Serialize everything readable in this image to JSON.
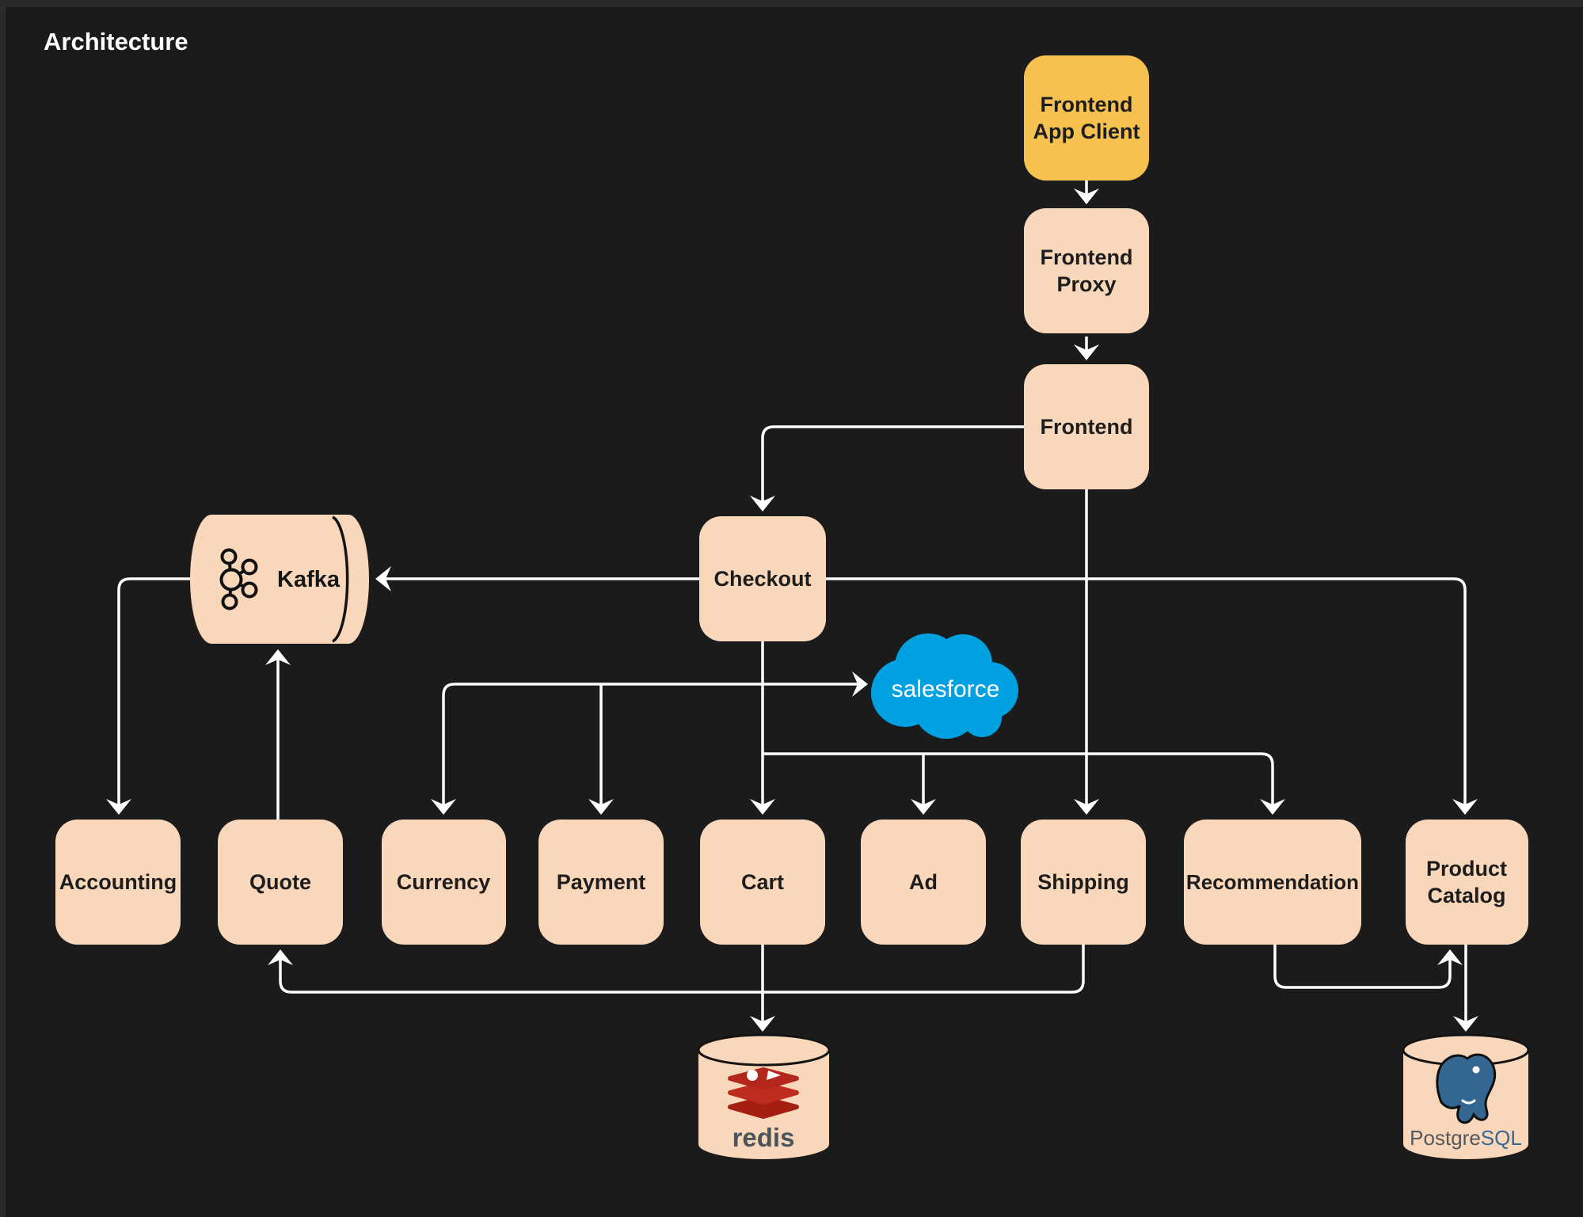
{
  "title": "Architecture",
  "colors": {
    "background": "#1b1b1b",
    "edge_highlight": "#2b2b2b",
    "node_fill": "#F8D7BA",
    "client_node_fill": "#F6C14F",
    "node_text": "#1d1d1d",
    "connector": "#ffffff",
    "salesforce_blue": "#00A1E0",
    "salesforce_text": "#ffffff",
    "redis_red": "#C02B20",
    "redis_dark_red": "#8F1A10",
    "redis_text": "#4A545A",
    "postgres_blue": "#336791",
    "postgres_text_gray": "#54575C",
    "postgres_text_blue": "#39678F",
    "kafka_icon": "#111111",
    "cylinder_seam": "#141414"
  },
  "icons": {
    "kafka": "kafka-icon",
    "salesforce": "salesforce-cloud-icon",
    "redis": "redis-stack-icon",
    "postgresql": "postgresql-elephant-icon"
  },
  "nodes": {
    "frontend_app_client": {
      "line1": "Frontend",
      "line2": "App Client"
    },
    "frontend_proxy": {
      "line1": "Frontend",
      "line2": "Proxy"
    },
    "frontend": {
      "label": "Frontend"
    },
    "checkout": {
      "label": "Checkout"
    },
    "kafka": {
      "label": "Kafka"
    },
    "salesforce": {
      "label": "salesforce"
    },
    "accounting": {
      "label": "Accounting"
    },
    "quote": {
      "label": "Quote"
    },
    "currency": {
      "label": "Currency"
    },
    "payment": {
      "label": "Payment"
    },
    "cart": {
      "label": "Cart"
    },
    "ad": {
      "label": "Ad"
    },
    "shipping": {
      "label": "Shipping"
    },
    "recommendation": {
      "label": "Recommendation"
    },
    "product_catalog": {
      "line1": "Product",
      "line2": "Catalog"
    },
    "redis": {
      "label": "redis"
    },
    "postgresql": {
      "part1": "Postgre",
      "part2": "SQL"
    }
  },
  "edges": [
    {
      "from": "frontend_app_client",
      "to": "frontend_proxy"
    },
    {
      "from": "frontend_proxy",
      "to": "frontend"
    },
    {
      "from": "frontend",
      "to": "checkout"
    },
    {
      "from": "frontend",
      "to": "shipping"
    },
    {
      "from": "checkout",
      "to": "kafka"
    },
    {
      "from": "checkout",
      "to": "product_catalog"
    },
    {
      "from": "checkout",
      "to": "cart"
    },
    {
      "from": "checkout",
      "to": "currency"
    },
    {
      "from": "checkout",
      "to": "payment"
    },
    {
      "from": "checkout",
      "to": "salesforce"
    },
    {
      "from": "checkout",
      "to": "ad"
    },
    {
      "from": "checkout",
      "to": "recommendation"
    },
    {
      "from": "kafka",
      "to": "accounting"
    },
    {
      "from": "quote",
      "to": "kafka"
    },
    {
      "from": "shipping",
      "to": "quote"
    },
    {
      "from": "cart",
      "to": "redis"
    },
    {
      "from": "recommendation",
      "to": "product_catalog"
    },
    {
      "from": "product_catalog",
      "to": "postgresql"
    }
  ]
}
